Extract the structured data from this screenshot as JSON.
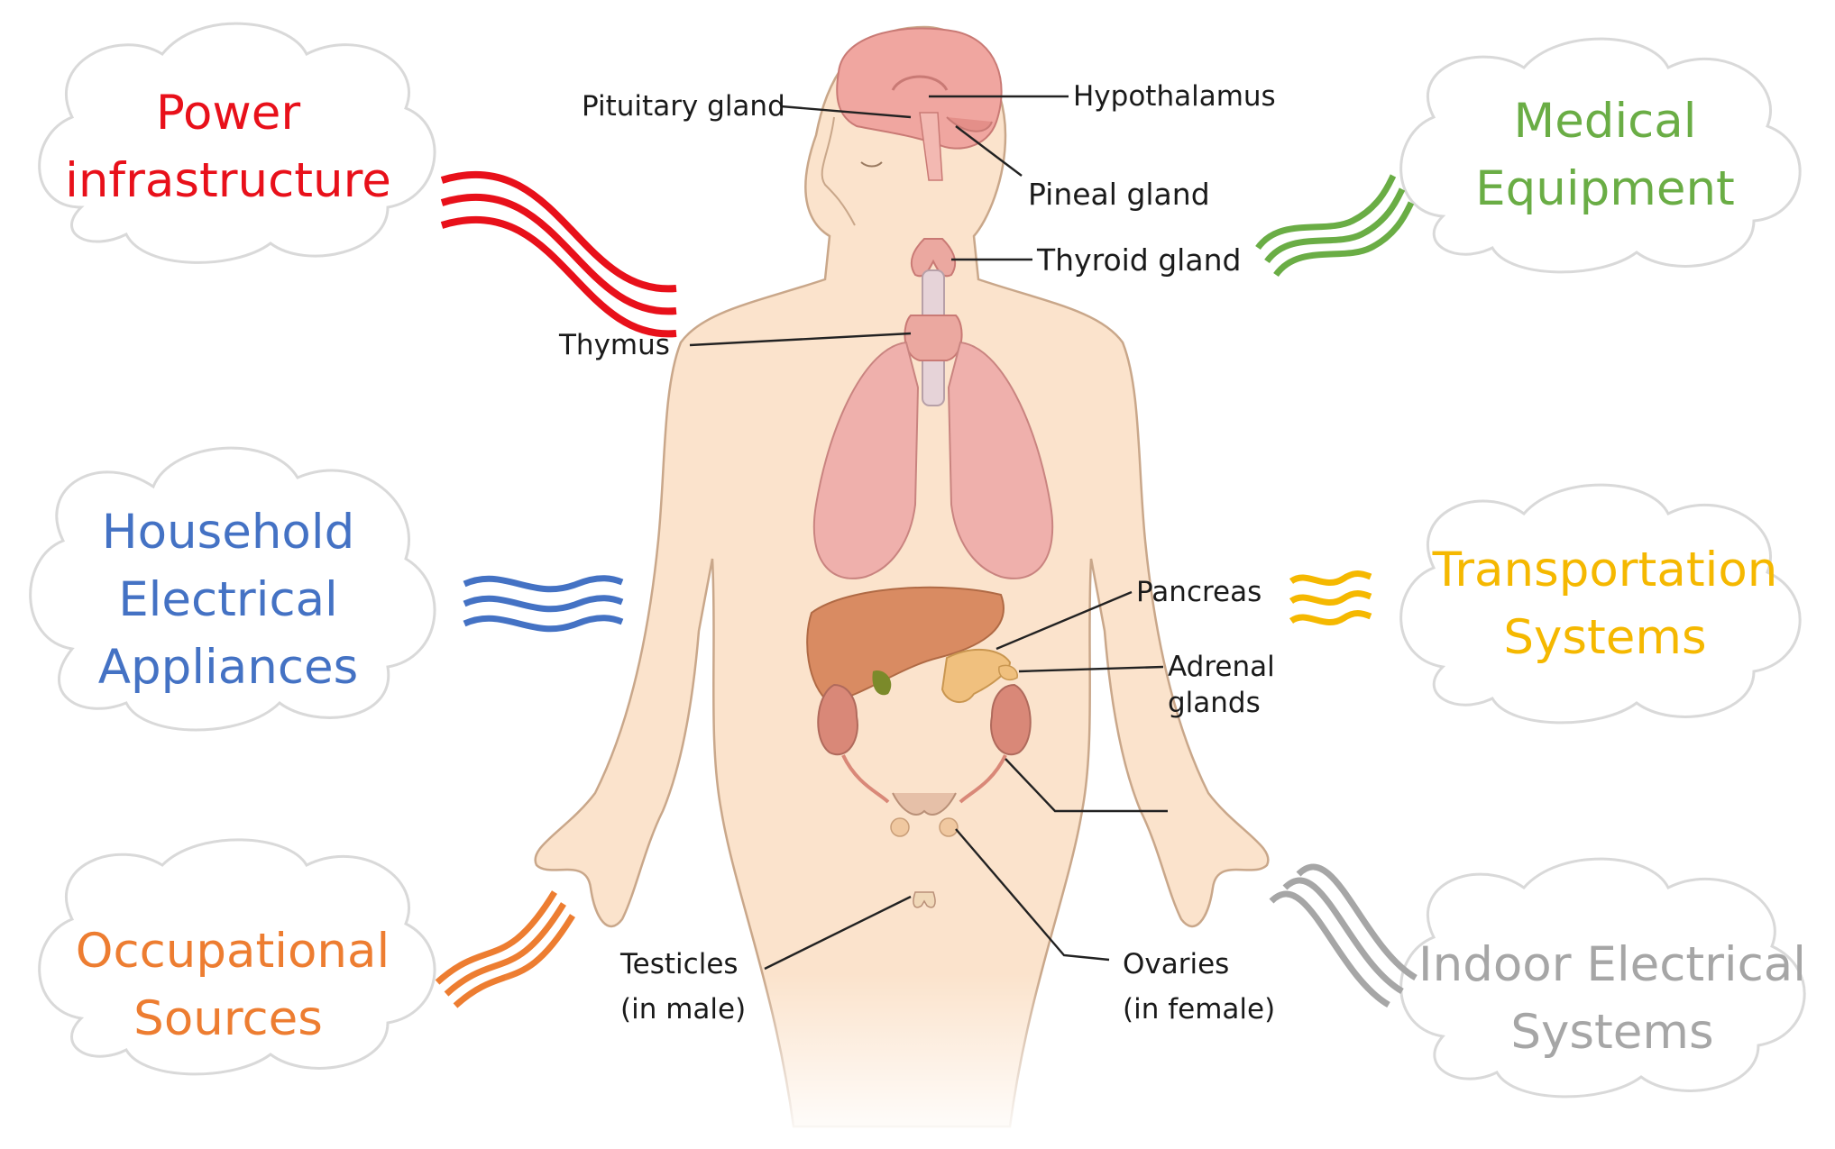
{
  "sources": [
    {
      "id": "power",
      "lines": [
        "Power",
        "infrastructure"
      ],
      "color": "#e8101a"
    },
    {
      "id": "household",
      "lines": [
        "Household",
        "Electrical",
        "Appliances"
      ],
      "color": "#4472c4"
    },
    {
      "id": "occupational",
      "lines": [
        "Occupational",
        "Sources"
      ],
      "color": "#ed7d31"
    },
    {
      "id": "medical",
      "lines": [
        "Medical",
        "Equipment"
      ],
      "color": "#6aad45"
    },
    {
      "id": "transportation",
      "lines": [
        "Transportation",
        "Systems"
      ],
      "color": "#f5b800"
    },
    {
      "id": "indoor",
      "lines": [
        "Indoor Electrical",
        "Systems"
      ],
      "color": "#a6a6a6"
    }
  ],
  "organs": {
    "pituitary": "Pituitary gland",
    "hypothalamus": "Hypothalamus",
    "pineal": "Pineal gland",
    "thyroid": "Thyroid gland",
    "thymus": "Thymus",
    "pancreas": "Pancreas",
    "adrenal": [
      "Adrenal",
      "glands"
    ],
    "testicles": [
      "Testicles",
      "(in male)"
    ],
    "ovaries": [
      "Ovaries",
      "(in female)"
    ]
  },
  "colors": {
    "skin": "#fbe3cc",
    "skin_outline": "#c9a78a",
    "lung": "#efb0ac",
    "liver": "#d98b62",
    "kidney": "#d98878",
    "brain": "#f0a6a0"
  }
}
